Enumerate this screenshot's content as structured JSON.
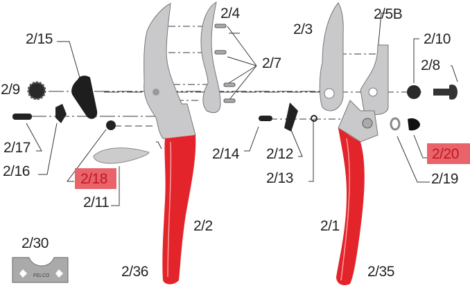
{
  "labels": {
    "p2_15": "2/15",
    "p2_9": "2/9",
    "p2_17": "2/17",
    "p2_16": "2/16",
    "p2_18": "2/18",
    "p2_11": "2/11",
    "p2_30": "2/30",
    "p2_36": "2/36",
    "p2_2": "2/2",
    "p2_4": "2/4",
    "p2_7": "2/7",
    "p2_14": "2/14",
    "p2_3": "2/3",
    "p2_5B": "2/5B",
    "p2_10": "2/10",
    "p2_8": "2/8",
    "p2_12": "2/12",
    "p2_13": "2/13",
    "p2_20": "2/20",
    "p2_19": "2/19",
    "p2_1": "2/1",
    "p2_35": "2/35"
  },
  "highlighted": [
    "2/18",
    "2/20"
  ],
  "tool_logo": "FELCO",
  "colors": {
    "handle": "#e3242b",
    "metal": "#c9c9cb",
    "dark_part": "#1e1e1e",
    "highlight": "#e8636a",
    "highlight_text": "#c4161c"
  }
}
